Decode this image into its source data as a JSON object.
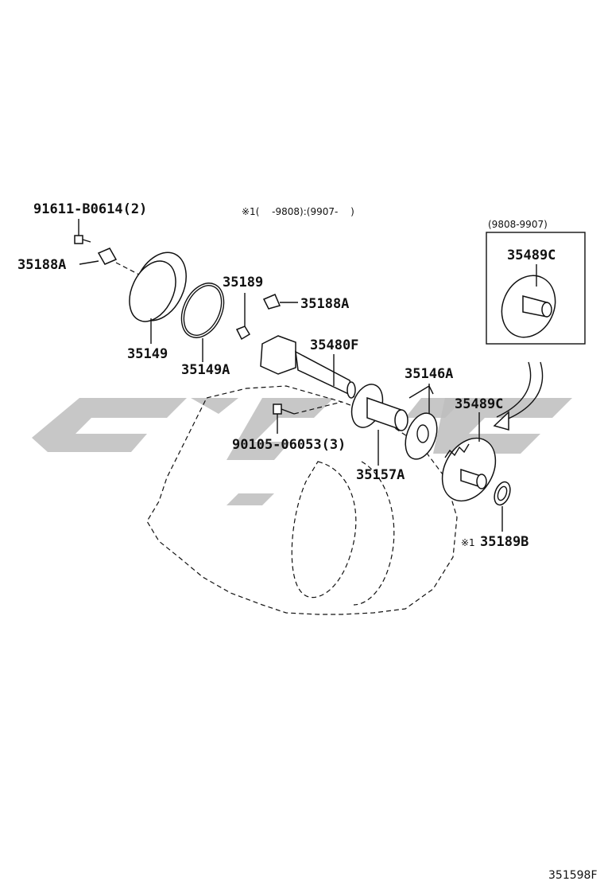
{
  "diagram": {
    "note": "※1(　 -9808):(9907-　 )",
    "inset_range": "(9808-9907)",
    "labels": {
      "bolt_top": "91611-B0614(2)",
      "clip_left": "35188A",
      "clip_right": "35188A",
      "cover": "35149",
      "oring": "35149A",
      "plug": "35189",
      "shaft": "35480F",
      "plate": "35146A",
      "bolt_mid": "90105-06053(3)",
      "sleeve": "35157A",
      "gear": "35489C",
      "gear_inset": "35489C",
      "washer": "35189B",
      "washer_mark": "※1"
    },
    "figure_id": "351598F"
  }
}
